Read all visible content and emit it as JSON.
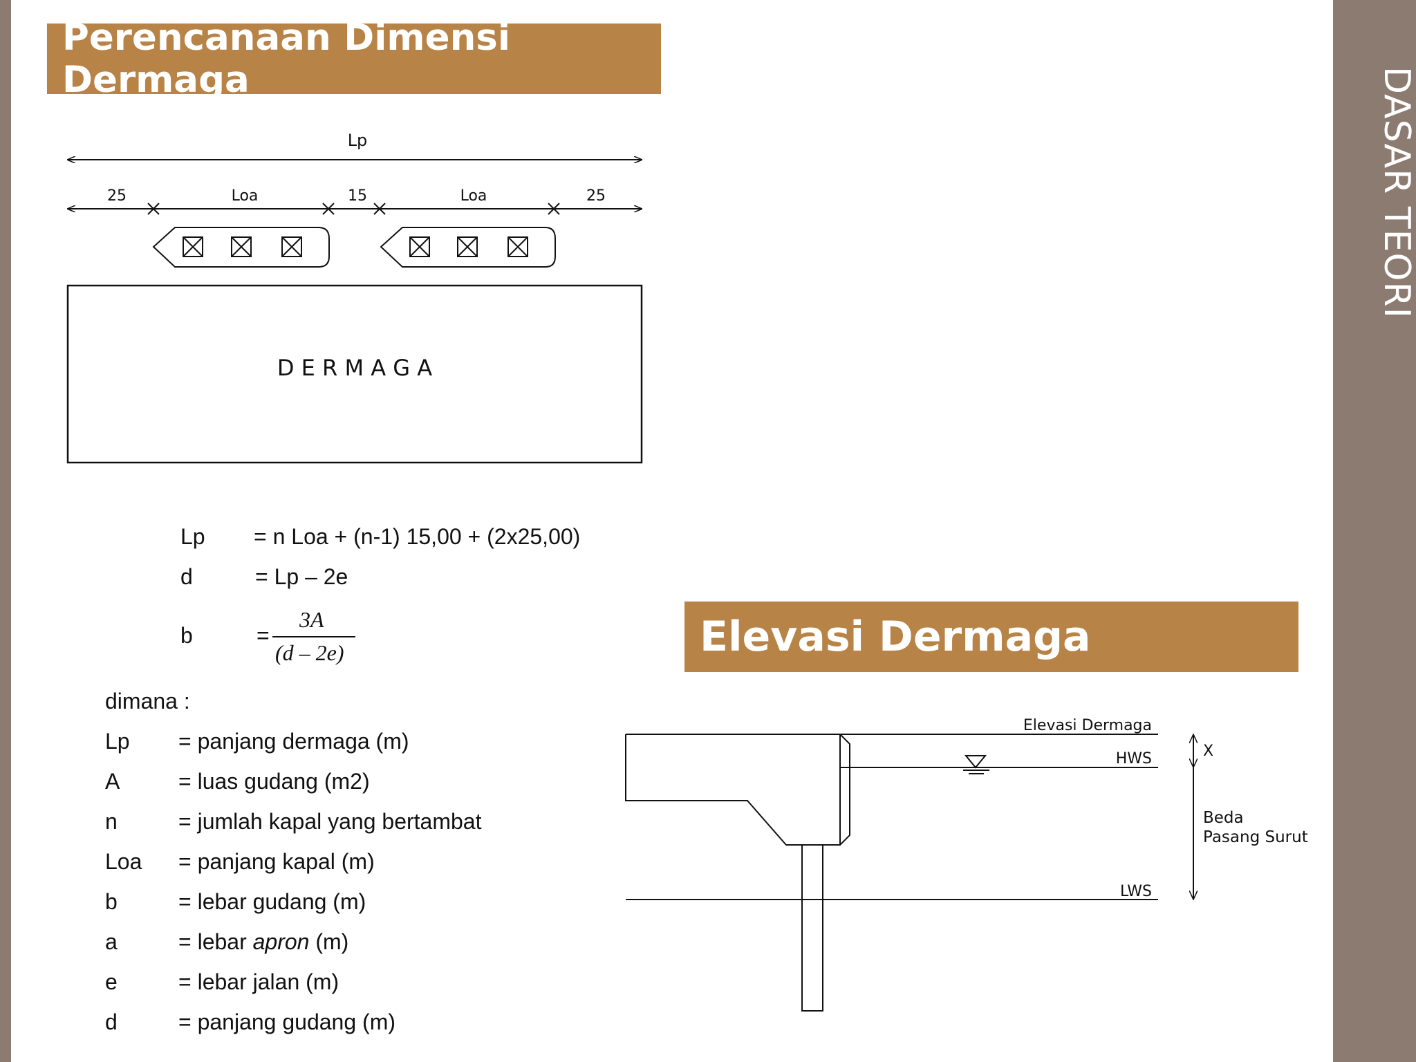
{
  "side_title": "DASAR TEORI",
  "section1": {
    "title": "Perencanaan Dimensi Dermaga",
    "diagram": {
      "lp_label": "Lp",
      "segments": [
        "25",
        "Loa",
        "15",
        "Loa",
        "25"
      ],
      "box_label": "D E R M A G A"
    },
    "formulas": [
      {
        "sym": "Lp",
        "expr": "= n Loa + (n-1) 15,00 + (2x25,00)"
      },
      {
        "sym": "d",
        "expr": "= Lp – 2e"
      },
      {
        "sym": "b",
        "eq": "=",
        "numerator": "3A",
        "denominator": "(d – 2e)"
      }
    ],
    "where_label": "dimana :",
    "definitions": [
      {
        "sym": "Lp",
        "desc": "= panjang dermaga (m)"
      },
      {
        "sym": "A",
        "desc": "= luas gudang (m2)"
      },
      {
        "sym": "n",
        "desc": "= jumlah kapal yang bertambat"
      },
      {
        "sym": "Loa",
        "desc": "= panjang kapal (m)"
      },
      {
        "sym": "b",
        "desc": "= lebar gudang (m)"
      },
      {
        "sym": "a",
        "desc_pre": "= lebar ",
        "desc_italic": "apron",
        "desc_post": " (m)"
      },
      {
        "sym": "e",
        "desc": "= lebar jalan (m)"
      },
      {
        "sym": "d",
        "desc": "= panjang gudang (m)"
      }
    ]
  },
  "section2": {
    "title": "Elevasi Dermaga",
    "diagram": {
      "elevasi_label": "Elevasi  Dermaga",
      "hws_label": "HWS",
      "lws_label": "LWS",
      "x_label": "X",
      "beda_line1": "Beda",
      "beda_line2": "Pasang  Surut"
    }
  },
  "colors": {
    "accent": "#b88346",
    "side_panel": "#8c7b70",
    "title_text": "#ffffff"
  }
}
